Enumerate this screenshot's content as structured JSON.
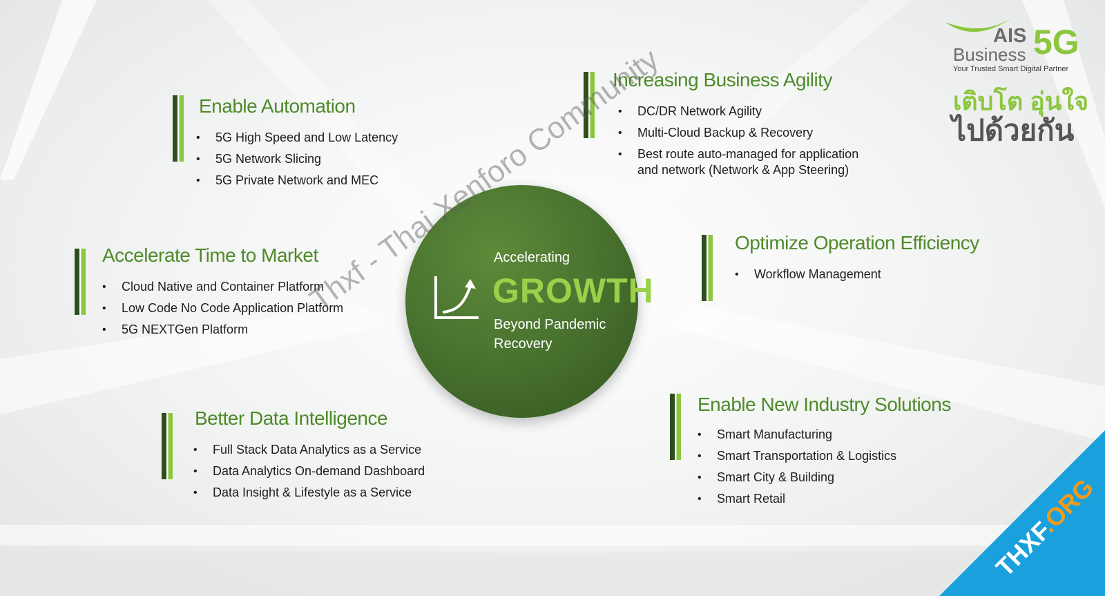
{
  "center": {
    "line1": "Accelerating",
    "line2": "GROWTH",
    "line3": "Beyond Pandemic Recovery",
    "icon": "growth-chart-icon"
  },
  "sections": [
    {
      "title": "Enable Automation",
      "items": [
        "5G High Speed and Low Latency",
        "5G Network Slicing",
        "5G Private Network and MEC"
      ]
    },
    {
      "title": "Increasing Business Agility",
      "items": [
        "DC/DR Network Agility",
        "Multi-Cloud Backup & Recovery",
        "Best route auto-managed for application and network (Network & App Steering)"
      ]
    },
    {
      "title": "Accelerate Time to Market",
      "items": [
        "Cloud Native and Container Platform",
        "Low Code No Code Application Platform",
        "5G NEXTGen Platform"
      ]
    },
    {
      "title": "Optimize Operation Efficiency",
      "items": [
        "Workflow Management"
      ]
    },
    {
      "title": "Better Data Intelligence",
      "items": [
        "Full Stack Data Analytics as a Service",
        "Data Analytics On-demand Dashboard",
        "Data Insight & Lifestyle as a Service"
      ]
    },
    {
      "title": "Enable New Industry Solutions",
      "items": [
        "Smart Manufacturing",
        "Smart Transportation & Logistics",
        "Smart City & Building",
        "Smart Retail"
      ]
    }
  ],
  "logo": {
    "ais": "AIS",
    "business": "Business",
    "fiveg": "5G",
    "tagline": "Your Trusted Smart Digital Partner",
    "thai_line1": "เติบโต อุ่นใจ",
    "thai_line2": "ไปด้วยกัน"
  },
  "watermark": "Thxf - Thai Xenforo Community",
  "corner_badge": {
    "text": "THXF",
    "dot": ".",
    "suffix": "ORG"
  },
  "colors": {
    "accent_green": "#8cc63f",
    "title_green": "#4f8a2a",
    "dark_green": "#2f4d1e",
    "badge_blue": "#1aa0dc",
    "badge_orange": "#f39a1b"
  }
}
